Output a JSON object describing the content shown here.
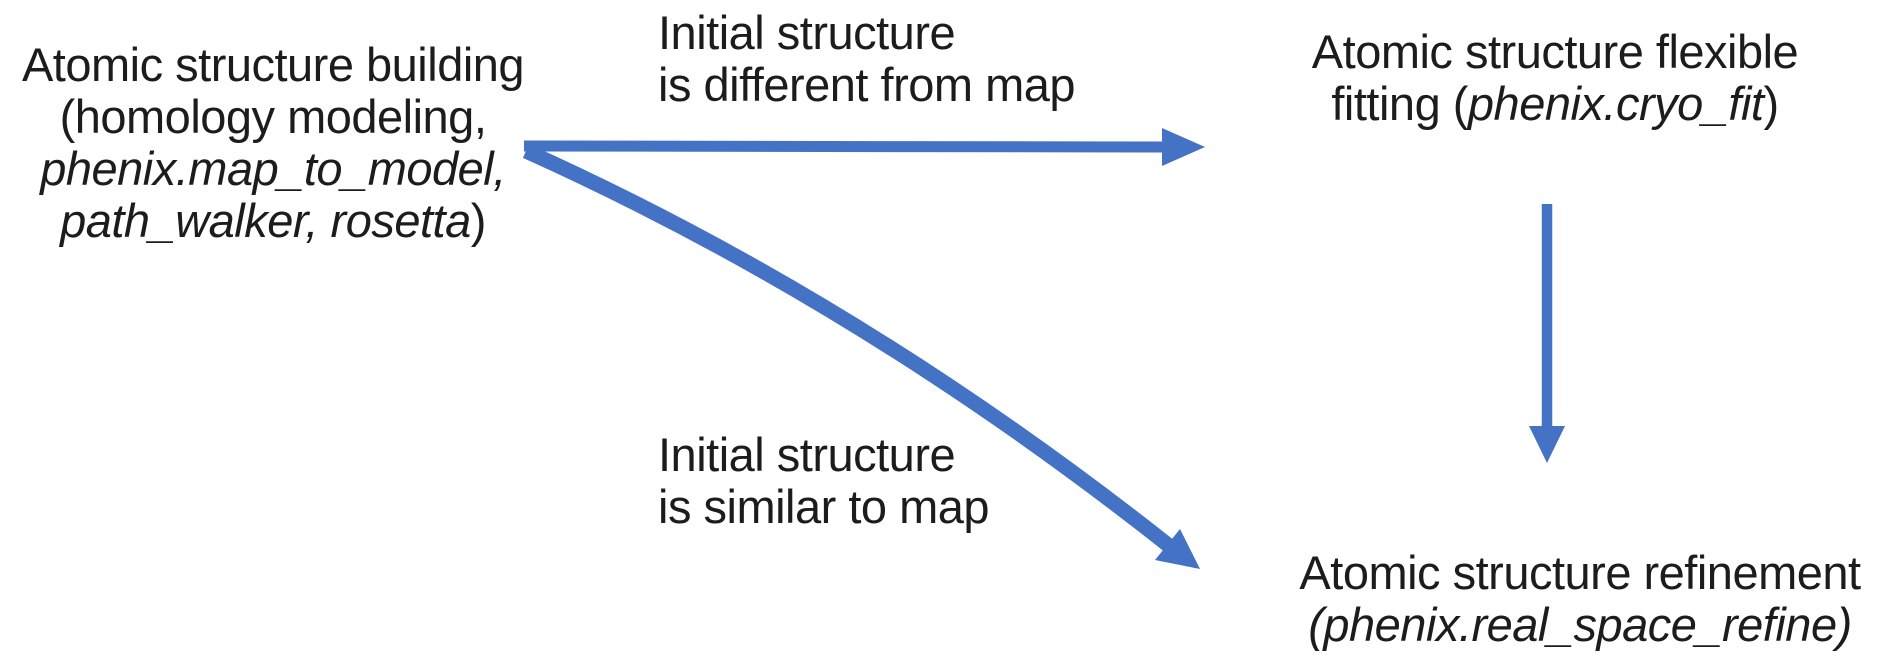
{
  "colors": {
    "arrow": "#4472C4",
    "text": "#1c1c1c",
    "background": "#ffffff"
  },
  "nodes": {
    "building": {
      "line1": "Atomic structure building",
      "line2": "(homology modeling,",
      "line3": "phenix.map_to_model,",
      "line4_program": "path_walker, rosetta",
      "line4_suffix": ")"
    },
    "fitting": {
      "line1": "Atomic structure flexible",
      "line2_prefix": "fitting (",
      "line2_program": "phenix.cryo_fit",
      "line2_suffix": ")"
    },
    "refinement": {
      "line1": "Atomic structure refinement",
      "line2_prefix": "(",
      "line2_program": "phenix.real_space_refine",
      "line2_suffix": ")"
    }
  },
  "edge_labels": {
    "different": {
      "line1": "Initial structure",
      "line2": "is different from map"
    },
    "similar": {
      "line1": "Initial structure",
      "line2": "is similar to map"
    }
  }
}
